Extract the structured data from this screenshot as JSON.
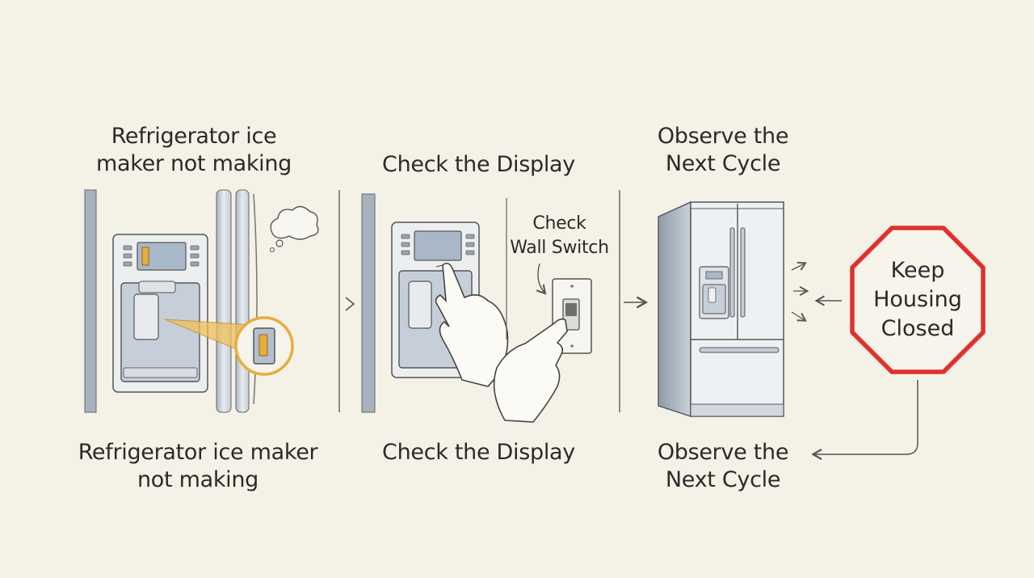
{
  "steps": [
    {
      "top_label": "Refrigerator ice\nmaker not making",
      "bottom_label": "Refrigerator ice maker\nnot making"
    },
    {
      "top_label": "Check the Display",
      "bottom_label": "Check the Display",
      "callout": "Check\nWall Switch"
    },
    {
      "top_label": "Observe the\nNext Cycle",
      "bottom_label": "Observe the\nNext Cycle"
    }
  ],
  "stop_sign": {
    "text": "Keep\nHousing\nClosed",
    "color": "#e0312c"
  },
  "colors": {
    "background": "#f4f1e6",
    "ink": "#3a3a3a",
    "steel": "#b9c3cf",
    "highlight": "#e9ad3c"
  }
}
